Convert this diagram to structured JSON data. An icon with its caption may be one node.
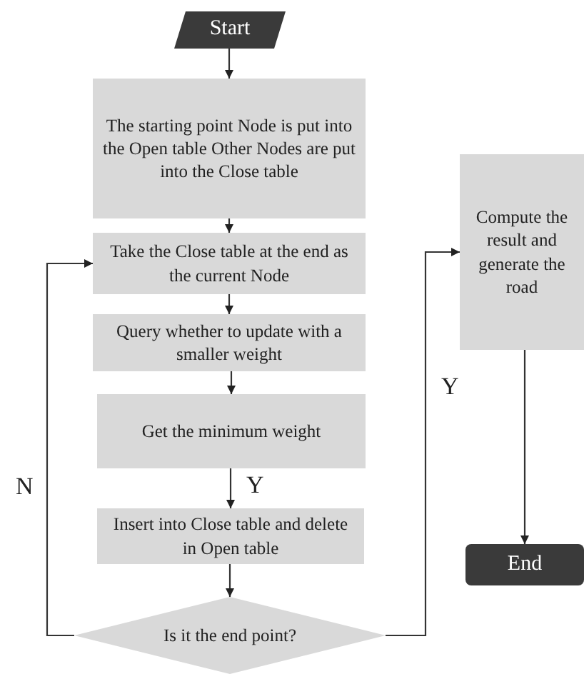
{
  "diagram": {
    "nodes": [
      {
        "text": [
          "Start"
        ]
      },
      {
        "text": [
          "The starting point Node is put into the Open table Other Nodes are put into the Close table"
        ]
      },
      {
        "text": [
          "Take the Close table at the end as the current Node"
        ]
      },
      {
        "text": [
          "Query whether to update with a smaller weight"
        ]
      },
      {
        "text": [
          "Get the minimum weight"
        ]
      },
      {
        "text": [
          "Insert into Close table and delete in Open table"
        ]
      },
      {
        "text": [
          "Is it the end point?"
        ]
      },
      {
        "text": [
          "Compute the result and generate the road"
        ]
      },
      {
        "text": [
          "End"
        ]
      }
    ],
    "edges": [
      {
        "from": 0,
        "to": 1,
        "arrow": "to"
      },
      {
        "from": 1,
        "to": 2,
        "arrow": "to"
      },
      {
        "from": 2,
        "to": 3,
        "arrow": "to"
      },
      {
        "from": 3,
        "to": 4,
        "arrow": "to"
      },
      {
        "from": 4,
        "to": 5,
        "arrow": "to",
        "label": "Y"
      },
      {
        "from": 5,
        "to": 6,
        "arrow": "to"
      },
      {
        "from": 6,
        "to": 2,
        "arrow": "to",
        "label": "N"
      },
      {
        "from": 6,
        "to": 7,
        "arrow": "to",
        "label": "Y"
      },
      {
        "from": 7,
        "to": 8,
        "arrow": "to"
      }
    ]
  }
}
